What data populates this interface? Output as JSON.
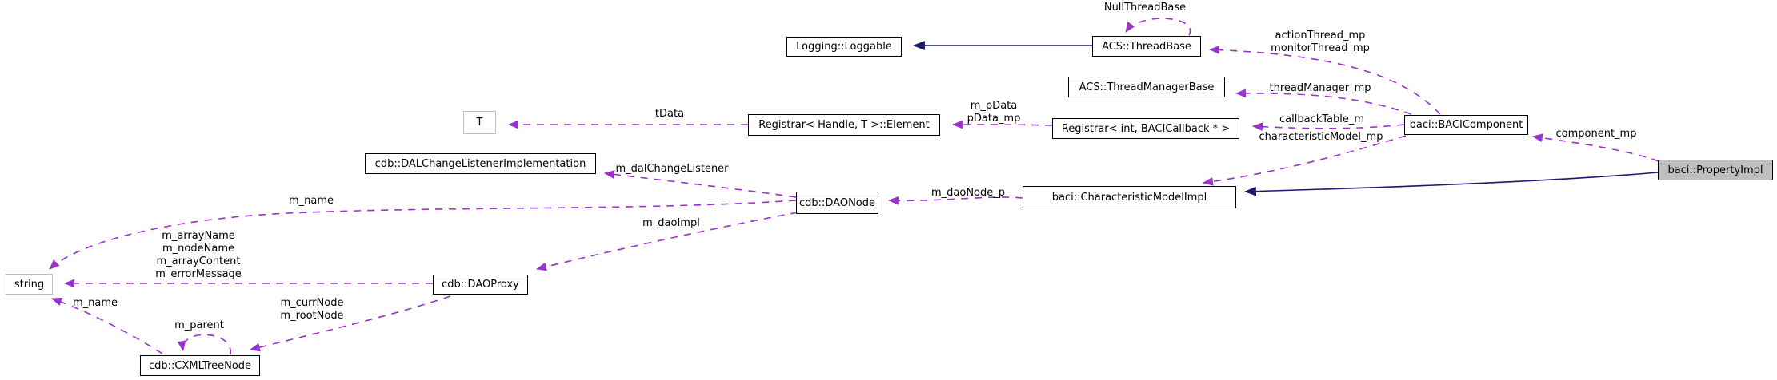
{
  "diagram_type": "collaboration-graph",
  "colors": {
    "usage_edge": "#9a32cd",
    "inheritance_edge": "#191970",
    "node_border": "#000000",
    "external_node_border": "#bfbfbf",
    "highlight_node_fill": "#bfbfbf",
    "background": "#ffffff",
    "text": "#000000"
  },
  "nodes": {
    "loggable": {
      "label": "Logging::Loggable"
    },
    "thread_base": {
      "label": "ACS::ThreadBase"
    },
    "thread_manager_base": {
      "label": "ACS::ThreadManagerBase"
    },
    "registrar_element": {
      "label": "Registrar< Handle, T >::Element"
    },
    "registrar_int": {
      "label": "Registrar< int, BACICallback * >"
    },
    "baci_component": {
      "label": "baci::BACIComponent"
    },
    "property_impl": {
      "label": "baci::PropertyImpl"
    },
    "t": {
      "label": "T"
    },
    "dal_change_listener": {
      "label": "cdb::DALChangeListenerImplementation"
    },
    "dao_node": {
      "label": "cdb::DAONode"
    },
    "characteristic_model": {
      "label": "baci::CharacteristicModelImpl"
    },
    "string": {
      "label": "string"
    },
    "dao_proxy": {
      "label": "cdb::DAOProxy"
    },
    "xml_tree_node": {
      "label": "cdb::CXMLTreeNode"
    }
  },
  "edge_labels": {
    "null_thread_base": {
      "text": "NullThreadBase"
    },
    "action_monitor": {
      "text": "actionThread_mp\nmonitorThread_mp"
    },
    "thread_manager_mp": {
      "text": "threadManager_mp"
    },
    "m_pdata": {
      "text": "m_pData\npData_mp"
    },
    "callback_table_m": {
      "text": "callbackTable_m"
    },
    "characteristic_model_mp": {
      "text": "characteristicModel_mp"
    },
    "component_mp": {
      "text": "component_mp"
    },
    "tdata": {
      "text": "tData"
    },
    "m_dal_change_listener": {
      "text": "m_dalChangeListener"
    },
    "m_dao_node_p": {
      "text": "m_daoNode_p"
    },
    "m_name_dao": {
      "text": "m_name"
    },
    "m_dao_impl": {
      "text": "m_daoImpl"
    },
    "string_members": {
      "text": "m_arrayName\nm_nodeName\nm_arrayContent\nm_errorMessage"
    },
    "m_curr_root": {
      "text": "m_currNode\nm_rootNode"
    },
    "m_name_tree": {
      "text": "m_name"
    },
    "m_parent": {
      "text": "m_parent"
    }
  }
}
